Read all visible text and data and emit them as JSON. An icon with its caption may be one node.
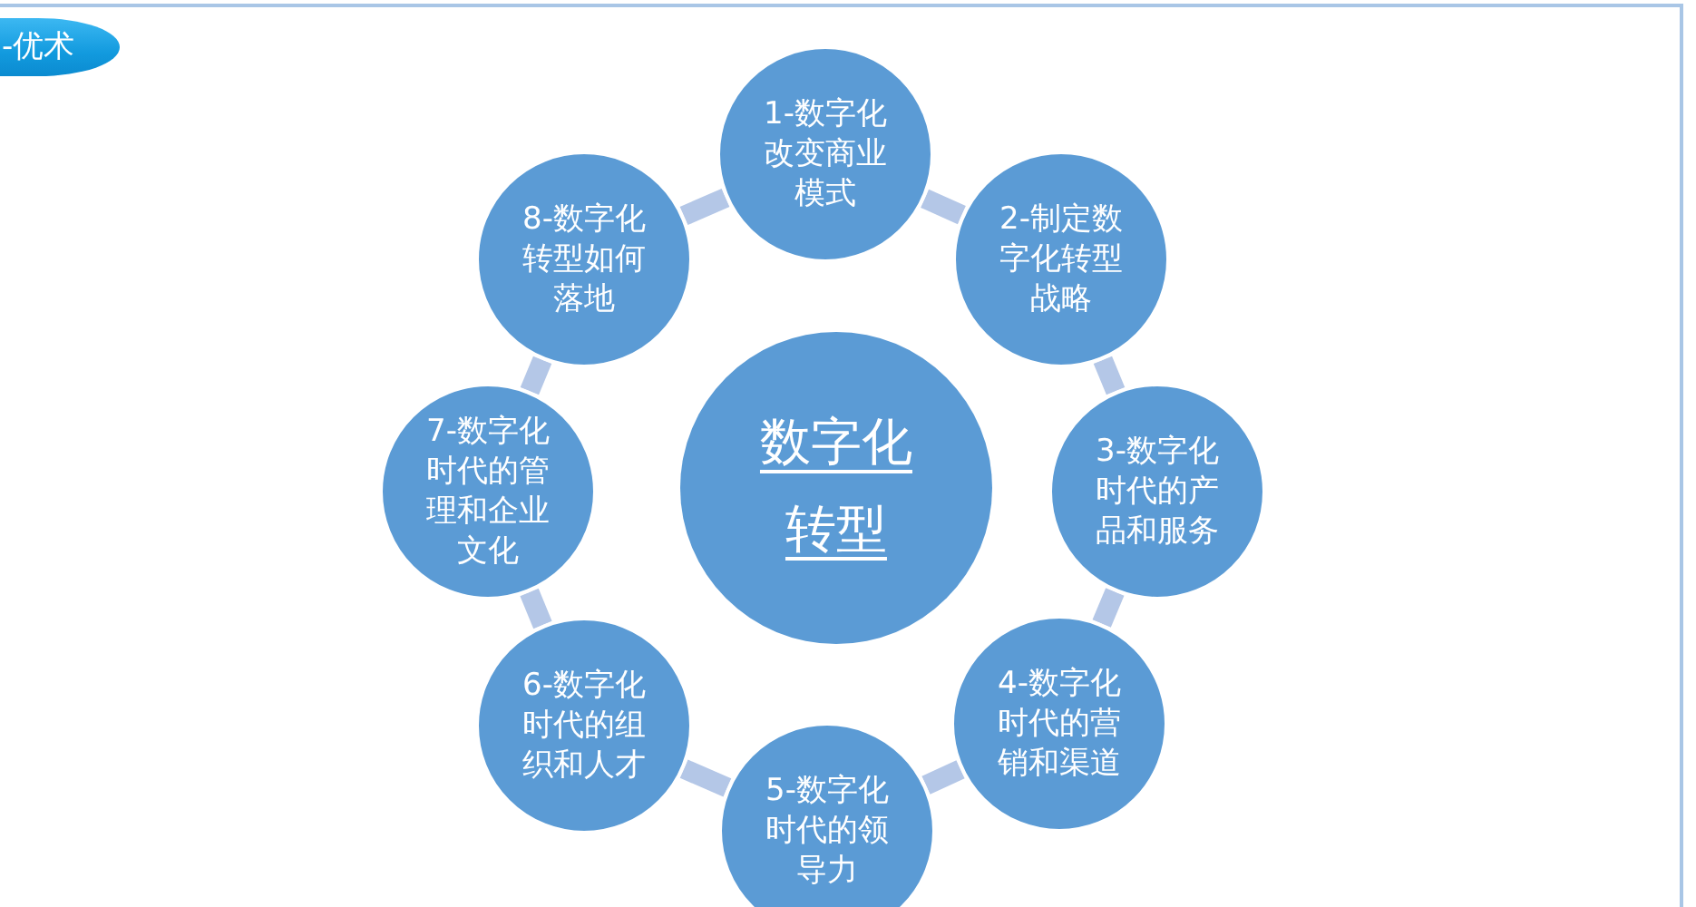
{
  "diagram": {
    "nodes": [
      {
        "text": [
          "-优术"
        ]
      },
      {
        "text": [
          "数字化转型"
        ]
      },
      {
        "text": [
          "1-数字化改变商业模式"
        ]
      },
      {
        "text": [
          "2-制定数字化转型战略"
        ]
      },
      {
        "text": [
          "3-数字化时代的产品和服务"
        ]
      },
      {
        "text": [
          "4-数字化时代的营销和渠道"
        ]
      },
      {
        "text": [
          "5-数字化时代的领导力"
        ]
      },
      {
        "text": [
          "6-数字化时代的组织和人才"
        ]
      },
      {
        "text": [
          "7-数字化时代的管理和企业文化"
        ]
      },
      {
        "text": [
          "8-数字化转型如何落地"
        ]
      }
    ],
    "edges": [
      {
        "from": 2,
        "to": 3,
        "arrow": "none"
      },
      {
        "from": 3,
        "to": 4,
        "arrow": "none"
      },
      {
        "from": 4,
        "to": 5,
        "arrow": "none"
      },
      {
        "from": 5,
        "to": 6,
        "arrow": "none"
      },
      {
        "from": 6,
        "to": 7,
        "arrow": "none"
      },
      {
        "from": 7,
        "to": 8,
        "arrow": "none"
      },
      {
        "from": 8,
        "to": 9,
        "arrow": "none"
      },
      {
        "from": 9,
        "to": 2,
        "arrow": "none"
      }
    ]
  }
}
